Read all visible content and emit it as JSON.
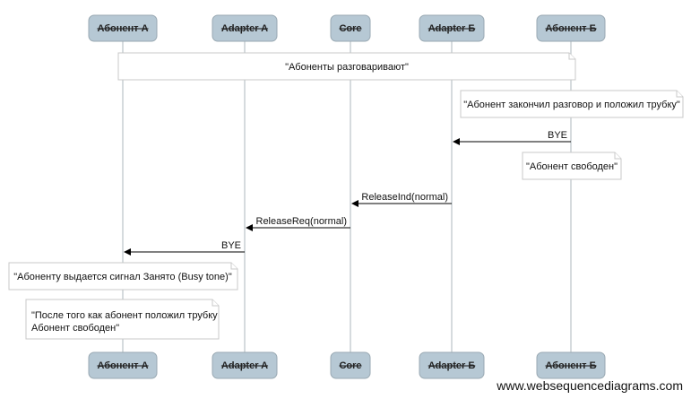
{
  "participants": [
    "Абонент А",
    "Adapter A",
    "Core",
    "Adapter Б",
    "Абонент Б"
  ],
  "notes": [
    {
      "lines": [
        "\"Абоненты разговаривают\""
      ]
    },
    {
      "lines": [
        "\"Абонент закончил разговор и положил трубку\""
      ]
    },
    {
      "lines": [
        "\"Абонент свободен\""
      ]
    },
    {
      "lines": [
        "\"Абоненту выдается сигнал Занято (Busy tone)\""
      ]
    },
    {
      "lines": [
        "\"После того как абонент положил трубку",
        "Абонент свободен\""
      ]
    }
  ],
  "messages": [
    {
      "label": "BYE",
      "from": 4,
      "to": 3
    },
    {
      "label": "ReleaseInd(normal)",
      "from": 3,
      "to": 2
    },
    {
      "label": "ReleaseReq(normal)",
      "from": 2,
      "to": 1
    },
    {
      "label": "BYE",
      "from": 1,
      "to": 0
    }
  ],
  "watermark": "www.websequencediagrams.com"
}
